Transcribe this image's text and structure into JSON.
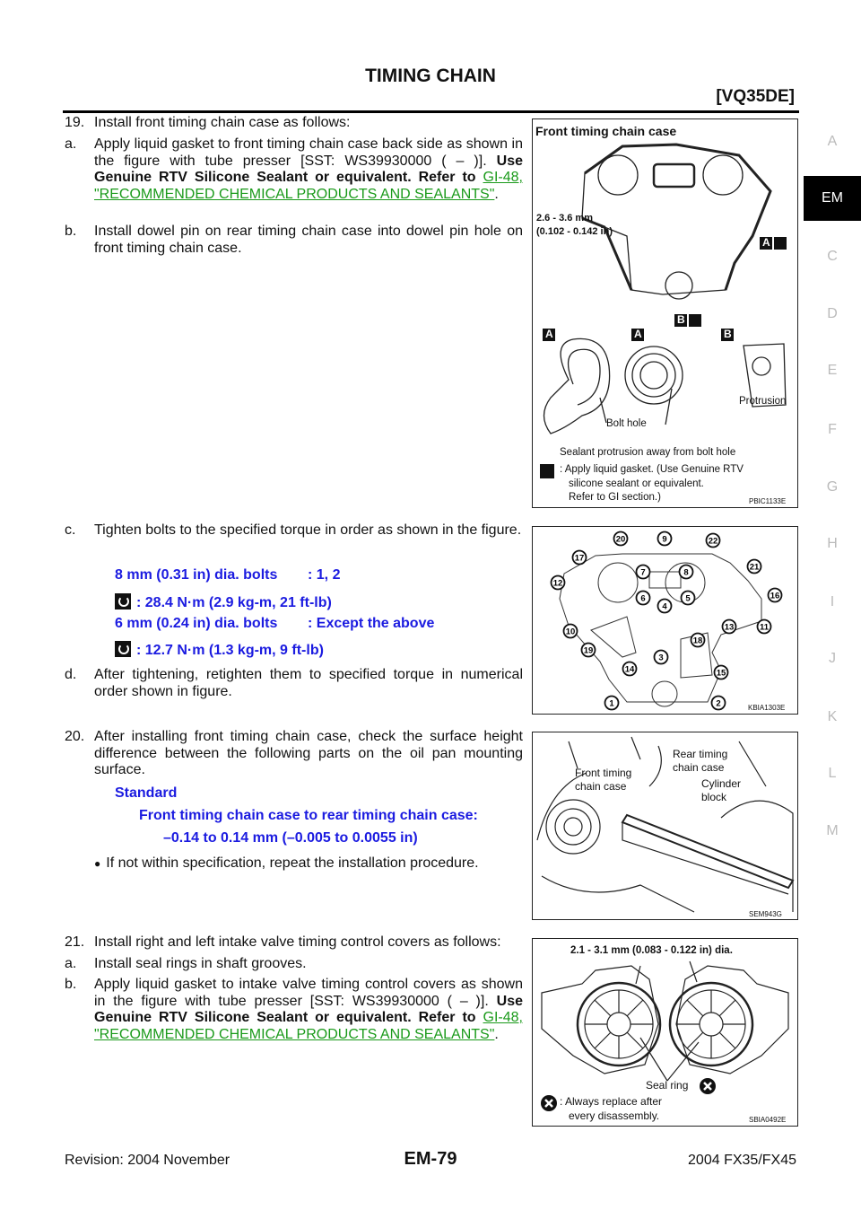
{
  "header": {
    "title": "TIMING CHAIN",
    "engine": "[VQ35DE]"
  },
  "side_tabs": [
    "A",
    "EM",
    "C",
    "D",
    "E",
    "F",
    "G",
    "H",
    "I",
    "J",
    "K",
    "L",
    "M"
  ],
  "steps": {
    "s19": {
      "num": "19.",
      "text": "Install front timing chain case as follows:"
    },
    "s19a": {
      "num": "a.",
      "text": "Apply liquid gasket to front timing chain case back side as shown in the figure with tube presser [SST: WS39930000 ( – )].",
      "bold": "Use Genuine RTV Silicone Sealant or equivalent. Refer to",
      "link": "GI-48, \"RECOMMENDED CHEMICAL PRODUCTS AND SEALANTS\"",
      "end": "."
    },
    "s19b": {
      "num": "b.",
      "text": "Install dowel pin on rear timing chain case into dowel pin hole on front timing chain case."
    },
    "s19c": {
      "num": "c.",
      "text": "Tighten bolts to the specified torque in order as shown in the figure."
    },
    "torque": {
      "bolt8": "8 mm (0.31 in) dia. bolts",
      "bolt8_val": ": 1, 2",
      "torque8": ": 28.4 N·m (2.9 kg-m, 21 ft-lb)",
      "bolt6": "6 mm (0.24 in) dia. bolts",
      "bolt6_val": ": Except the above",
      "torque6": ": 12.7 N·m (1.3 kg-m, 9 ft-lb)"
    },
    "s19d": {
      "num": "d.",
      "text": "After tightening, retighten them to specified torque in numerical order shown in figure."
    },
    "s20": {
      "num": "20.",
      "text": "After installing front timing chain case, check the surface height difference between the following parts on the oil pan mounting surface.",
      "standard": "Standard",
      "spec_label": "Front timing chain case to rear timing chain case:",
      "spec_value": "–0.14 to 0.14 mm (–0.005 to 0.0055 in)",
      "bullet": "If not within specification, repeat the installation procedure."
    },
    "s21": {
      "num": "21.",
      "text": "Install right and left intake valve timing control covers as follows:"
    },
    "s21a": {
      "num": "a.",
      "text": "Install seal rings in shaft grooves."
    },
    "s21b": {
      "num": "b.",
      "text": "Apply liquid gasket to intake valve timing control covers as shown in the figure with tube presser [SST: WS39930000 ( – )].",
      "bold": "Use Genuine RTV Silicone Sealant or equivalent. Refer to",
      "link": "GI-48, \"RECOMMENDED CHEMICAL PRODUCTS AND SEALANTS\"",
      "end": "."
    }
  },
  "figures": {
    "fig1": {
      "title": "Front  timing chain case",
      "dim1": "2.6 - 3.6 mm",
      "dim2": "(0.102 - 0.142 in)",
      "A": "A",
      "B": "B",
      "protrusion": "Protrusion",
      "bolt_hole": "Bolt hole",
      "caption": "Sealant protrusion away from bolt  hole",
      "note1": ": Apply liquid gasket. (Use Genuine RTV",
      "note2": "silicone sealant or equivalent.",
      "note3": "Refer to GI section.)",
      "id": "PBIC1133E"
    },
    "fig2": {
      "id": "KBIA1303E",
      "order": [
        "1",
        "2",
        "3",
        "4",
        "5",
        "6",
        "7",
        "8",
        "9",
        "10",
        "11",
        "12",
        "13",
        "14",
        "15",
        "16",
        "17",
        "18",
        "19",
        "20",
        "21",
        "22"
      ]
    },
    "fig3": {
      "rear1": "Rear timing",
      "rear2": "chain case",
      "front1": "Front timing",
      "front2": "chain case",
      "cyl1": "Cylinder",
      "cyl2": "block",
      "id": "SEM943G"
    },
    "fig4": {
      "dim": "2.1 - 3.1 mm (0.083 - 0.122 in) dia.",
      "seal": "Seal ring",
      "note1": ": Always replace after",
      "note2": "every disassembly.",
      "id": "SBIA0492E"
    }
  },
  "footer": {
    "revision": "Revision: 2004 November",
    "page": "EM-79",
    "model": "2004 FX35/FX45"
  }
}
